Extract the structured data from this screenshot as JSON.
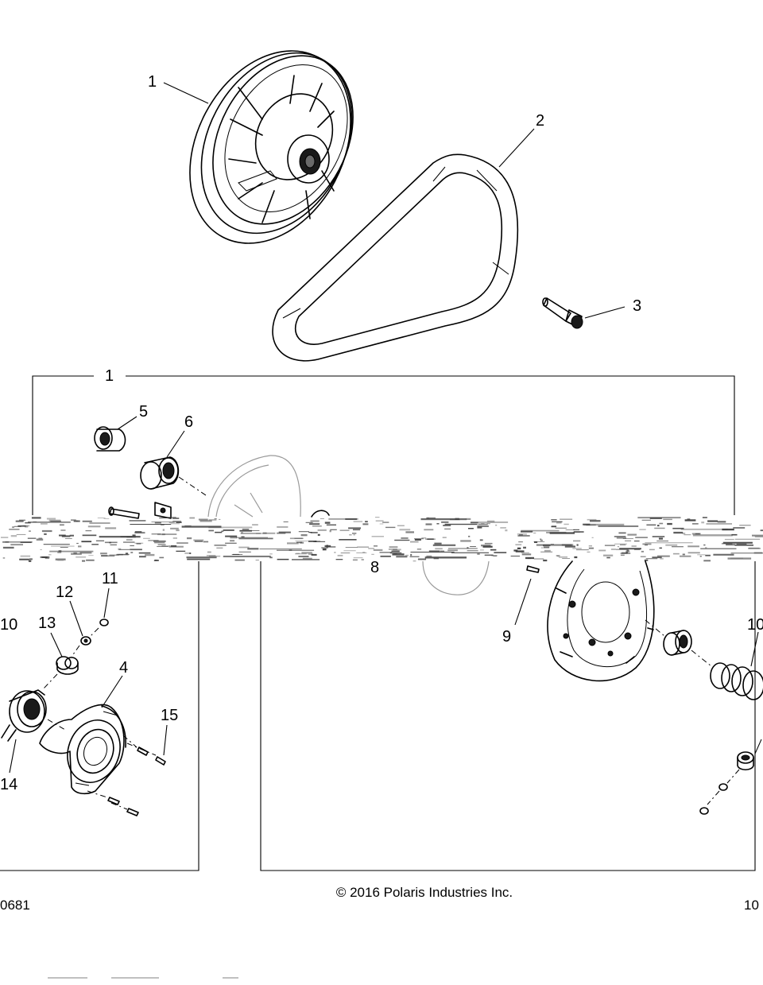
{
  "callouts": {
    "c1_top": "1",
    "c2": "2",
    "c3": "3",
    "c1_box": "1",
    "c5": "5",
    "c6": "6",
    "c8": "8",
    "c9": "9",
    "c10_left": "10",
    "c10_right": "10",
    "c11": "11",
    "c12": "12",
    "c13": "13",
    "c4": "4",
    "c15": "15",
    "c14": "14"
  },
  "footer": {
    "copyright": "© 2016 Polaris Industries Inc.",
    "code_left": "0681",
    "code_right": "10"
  },
  "colors": {
    "line": "#000000",
    "background": "#ffffff",
    "noise": "#3a3a3a"
  }
}
